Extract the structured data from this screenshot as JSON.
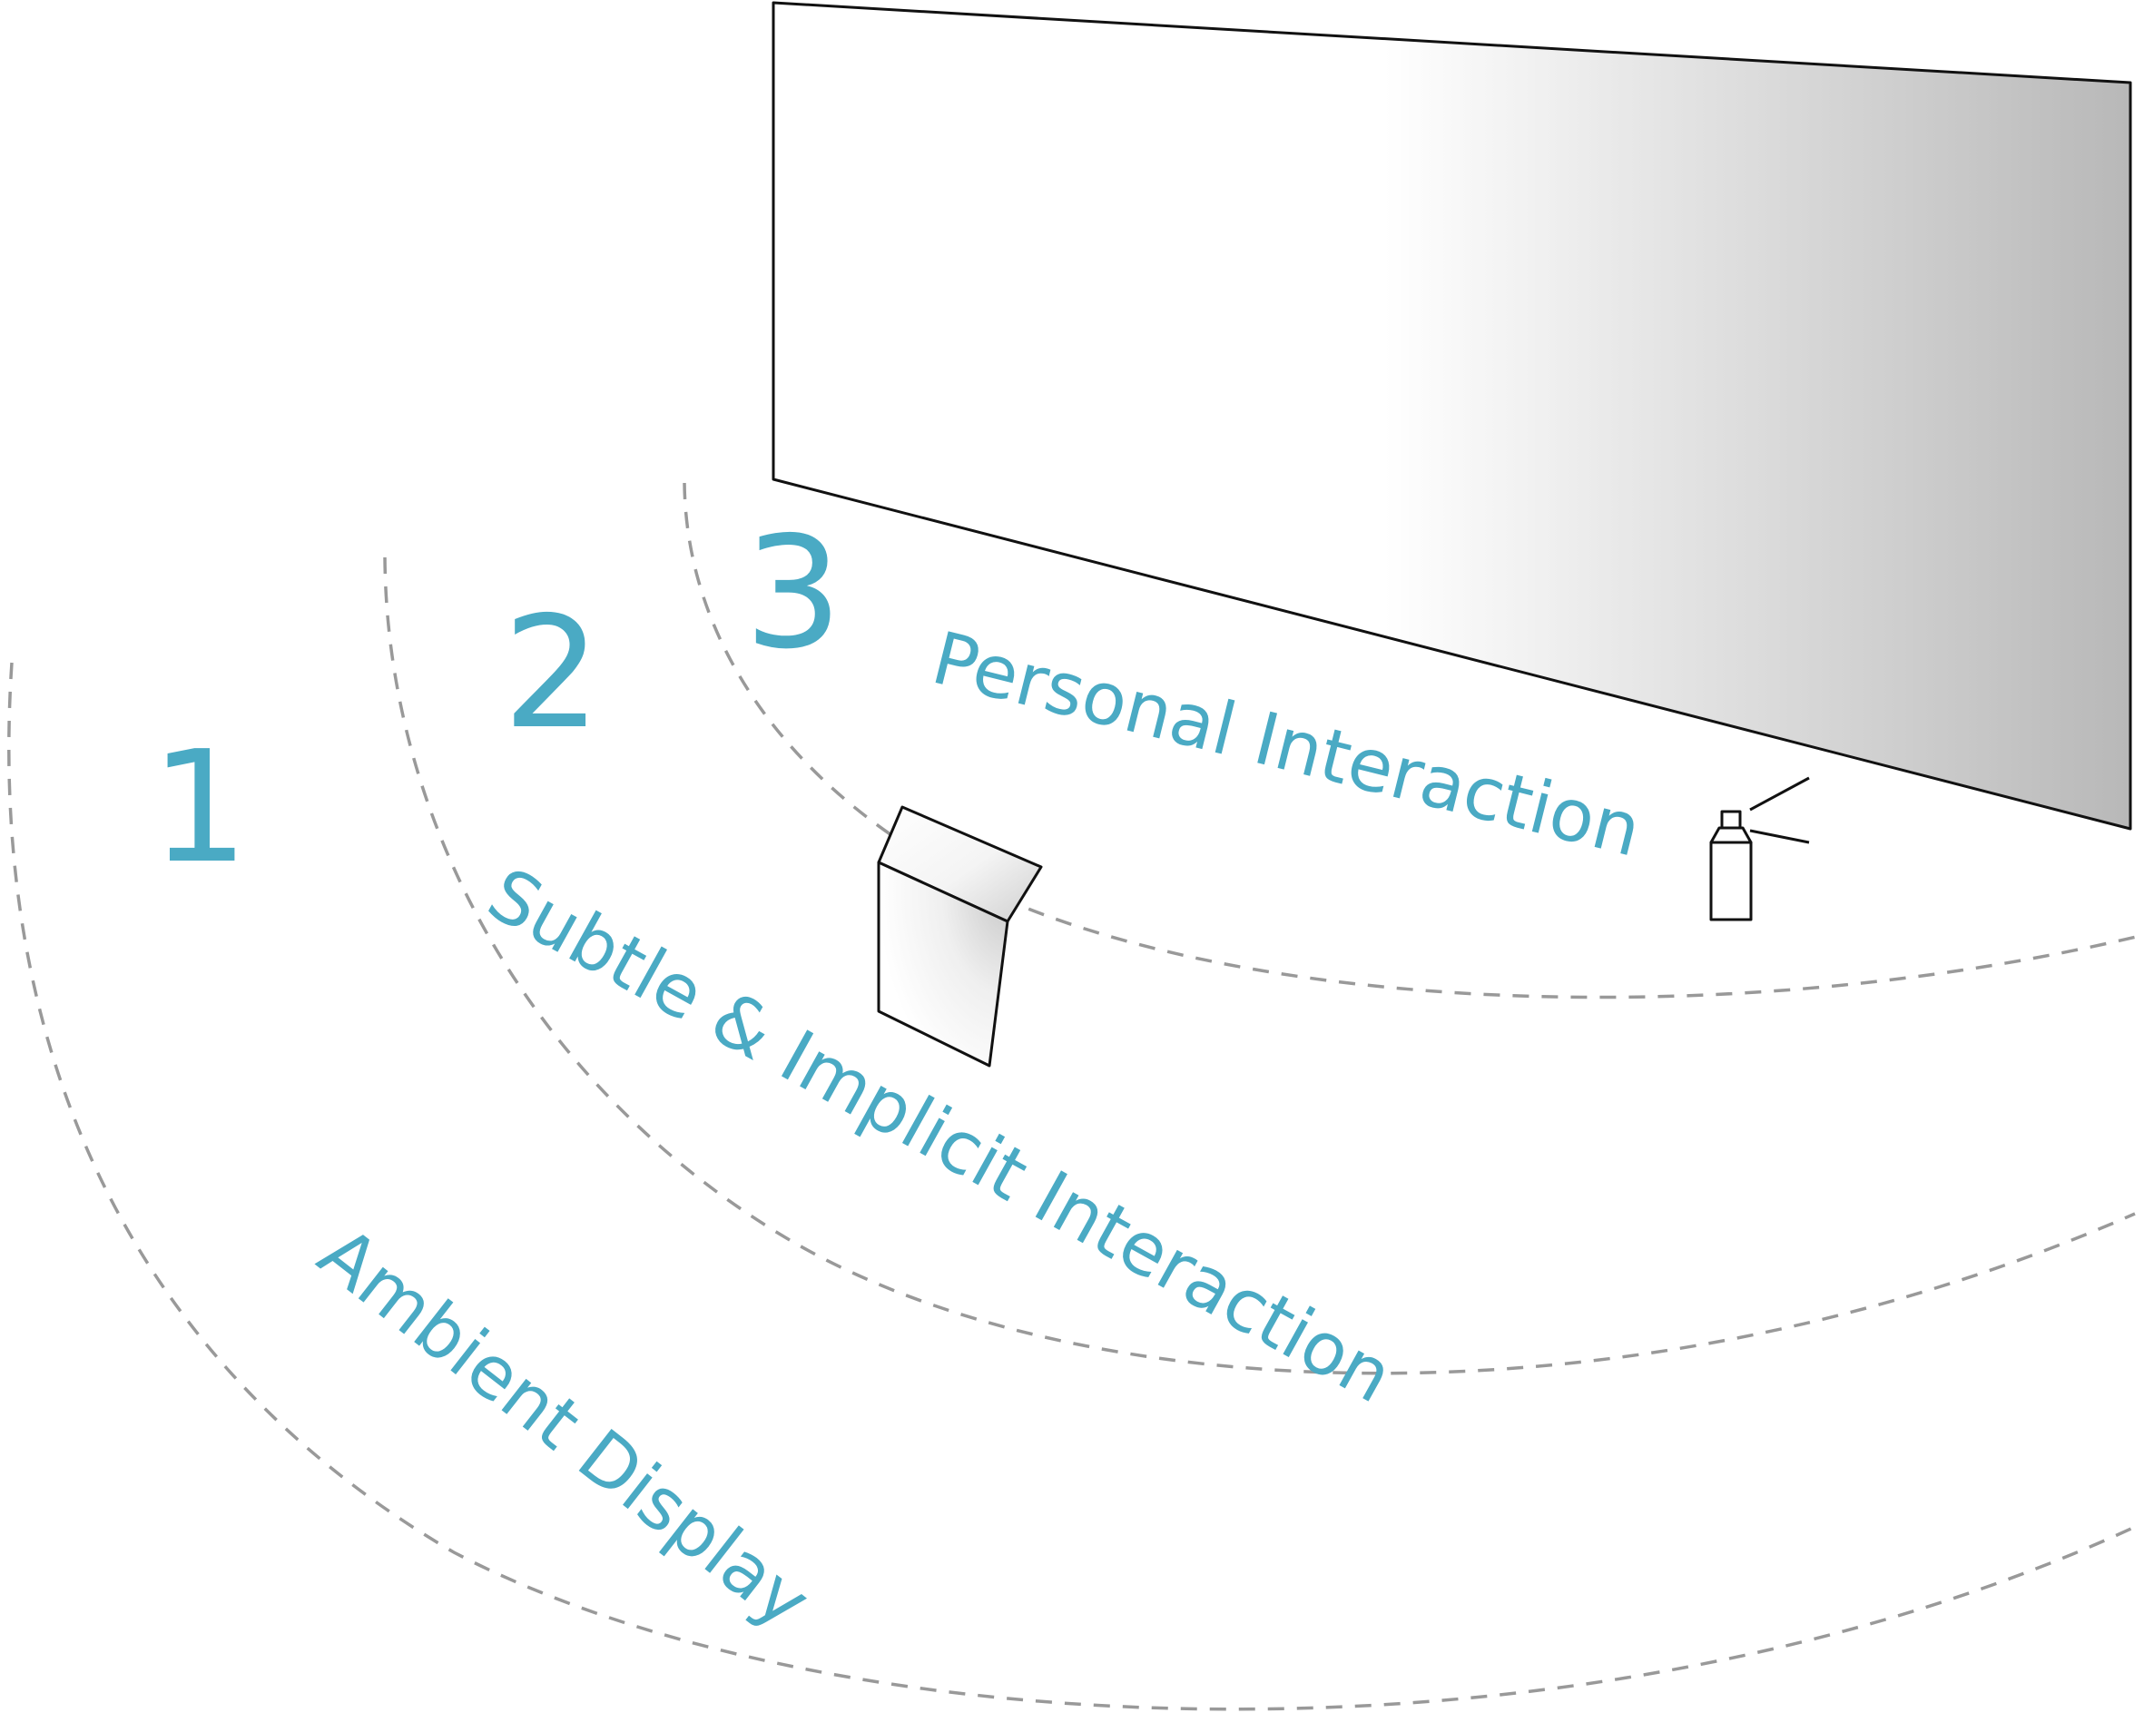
{
  "colors": {
    "accent": "#4aaac4",
    "boundary": "#999999",
    "outline": "#111111",
    "shade": "#b8b8b8"
  },
  "zones": [
    {
      "number": "1",
      "label": "Ambient Display"
    },
    {
      "number": "2",
      "label": "Subtle & Implicit Interaction"
    },
    {
      "number": "3",
      "label": "Personal Interaction"
    }
  ],
  "objects": {
    "display": "large-wall-display",
    "terminal": "public-terminal-kiosk",
    "device": "spray-can-device-icon"
  }
}
